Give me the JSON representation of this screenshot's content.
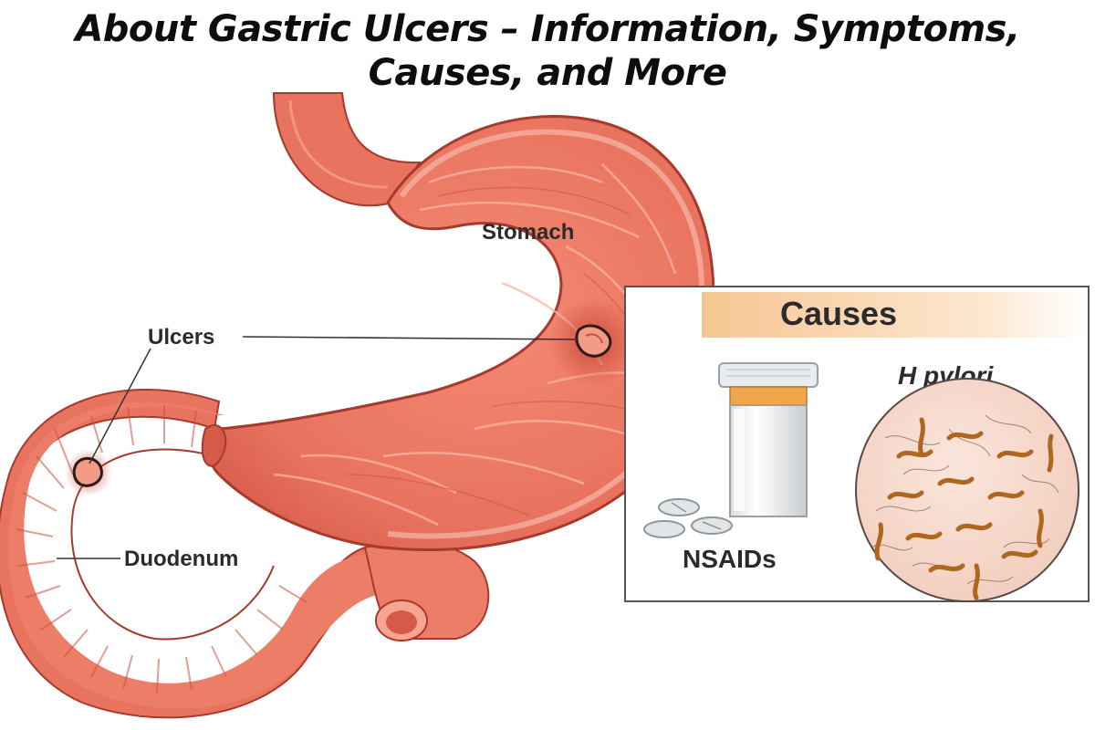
{
  "title": {
    "line1": "About Gastric Ulcers – Information, Symptoms,",
    "line2": "Causes, and More"
  },
  "labels": {
    "stomach": "Stomach",
    "ulcers": "Ulcers",
    "duodenum": "Duodenum"
  },
  "causes_panel": {
    "heading": "Causes",
    "nsaids": "NSAIDs",
    "h_pylori": "H pylori"
  },
  "colors": {
    "organ": "#e8735f",
    "organ_dark": "#c9503f",
    "organ_light": "#f7a591",
    "panel_header": "#f6c691",
    "bacteria": "#b0661f"
  }
}
